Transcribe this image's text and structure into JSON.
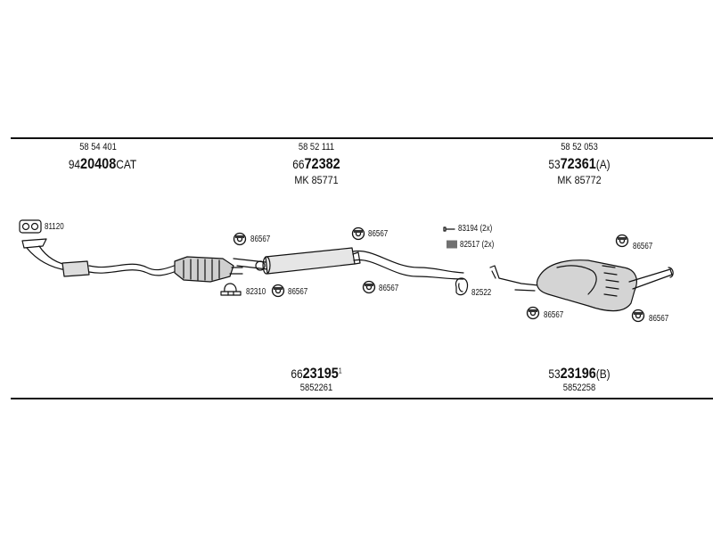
{
  "sections": [
    {
      "ref": "58 54 401",
      "part_prefix": "94",
      "part_bold": "20408",
      "part_suffix": "CAT",
      "mk": ""
    },
    {
      "ref": "58 52 111",
      "part_prefix": "66",
      "part_bold": "72382",
      "part_suffix": "",
      "mk": "MK 85771"
    },
    {
      "ref": "58 52 053",
      "part_prefix": "53",
      "part_bold": "72361",
      "part_suffix": "(A)",
      "mk": "MK 85772"
    }
  ],
  "bottom_parts": [
    {
      "part_prefix": "66",
      "part_bold": "23195",
      "part_suffix": "1",
      "ref": "5852261"
    },
    {
      "part_prefix": "53",
      "part_bold": "23196",
      "part_suffix": "(B)",
      "ref": "5852258"
    }
  ],
  "tags": {
    "gasket_manifold": "81120",
    "hanger_a": "86567",
    "clamp": "82310",
    "hanger_b": "86567",
    "hanger_c": "86567",
    "hanger_d": "86567",
    "bolt": "83194 (2x)",
    "spring": "82517 (2x)",
    "ring": "82522",
    "hanger_e": "86567",
    "hanger_f": "86567",
    "hanger_g": "86567"
  }
}
